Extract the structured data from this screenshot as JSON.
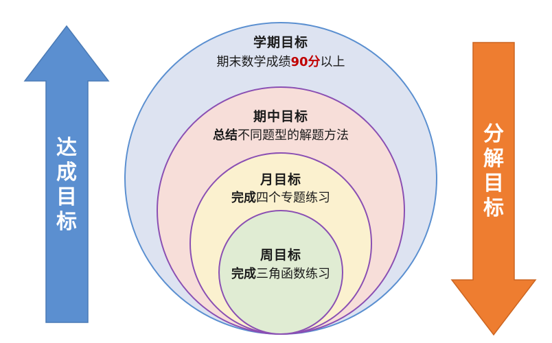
{
  "colors": {
    "left_arrow": "#5b8fd0",
    "right_arrow": "#ee7d30",
    "semester_fill": "#dde3f1",
    "midterm_fill": "#f7ded9",
    "month_fill": "#fbf1cf",
    "week_fill": "#e0ecd3",
    "circle_stroke": "#8a4fb3"
  },
  "left_arrow": {
    "text": [
      "达",
      "成",
      "目",
      "标"
    ],
    "color": "#ffffff"
  },
  "right_arrow": {
    "text": [
      "分",
      "解",
      "目",
      "标"
    ],
    "color": "#ffffff"
  },
  "levels": {
    "semester": {
      "title": "学期目标",
      "desc_pre": "期末数学成绩",
      "desc_highlight": "90分",
      "desc_post": "以上"
    },
    "midterm": {
      "title": "期中目标",
      "desc_bold": "总结",
      "desc_rest": "不同题型的解题方法"
    },
    "month": {
      "title": "月目标",
      "desc_bold": "完成",
      "desc_rest": "四个专题练习"
    },
    "week": {
      "title": "周目标",
      "desc_bold": "完成",
      "desc_rest": "三角函数练习"
    }
  }
}
